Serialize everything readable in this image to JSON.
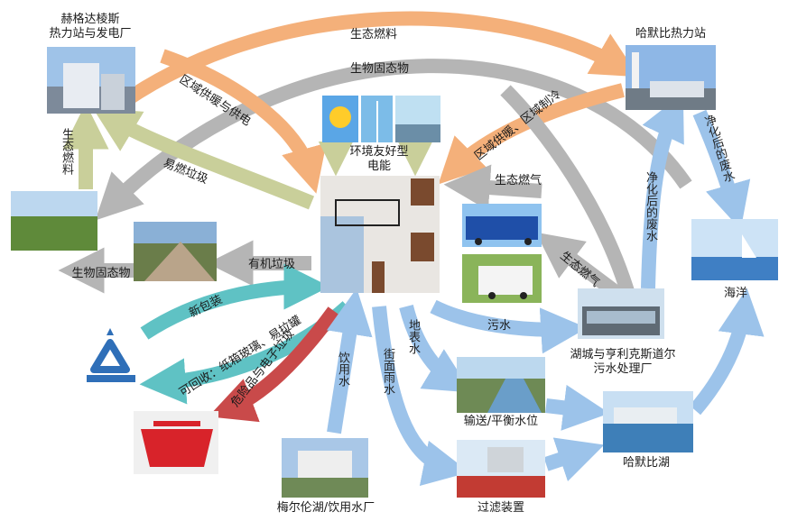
{
  "nodes": {
    "hammarby_plant": [
      "赫格达棱斯",
      "热力站与发电厂"
    ],
    "hammarby_heat": "哈默比热力站",
    "eco_power": [
      "环境友好型",
      "电能"
    ],
    "bio_solid": "生物固态物",
    "ocean": "海洋",
    "sewage_plant": [
      "湖城与亨利克斯道尔",
      "污水处理厂"
    ],
    "transport": "输送/平衡水位",
    "hammarby_lake": "哈默比湖",
    "filter": "过滤装置",
    "drinking_plant": "梅尔伦湖/饮用水厂"
  },
  "flows": {
    "eco_fuel_top": "生态燃料",
    "bio_solid_top": "生物固态物",
    "district_heat_power": "区域供暖与供电",
    "district_heat_cool": "区域供暖、区域制冷",
    "eco_fuel_left": "生态燃料",
    "combustible_waste": "易燃垃圾",
    "eco_gas_1": "生态燃气",
    "eco_gas_2": "生态燃气",
    "organic_waste": "有机垃圾",
    "new_packaging": "新包装",
    "recyclable": "可回收：纸箱玻璃、易拉罐",
    "hazardous": "危险品与电子垃圾",
    "drinking_water": "饮用水",
    "street_rain": "街面雨水",
    "surface_water": "地表水",
    "sewage": "污水",
    "purified_1": "净化后的废水",
    "purified_2": "净化后的废水"
  },
  "colors": {
    "orange": "#f4b07a",
    "gray": "#b5b5b5",
    "olive": "#c9cf9a",
    "blue": "#9cc3ea",
    "teal": "#5fc2c4",
    "red": "#c94a4a",
    "recycle": "#2f6fb8"
  }
}
